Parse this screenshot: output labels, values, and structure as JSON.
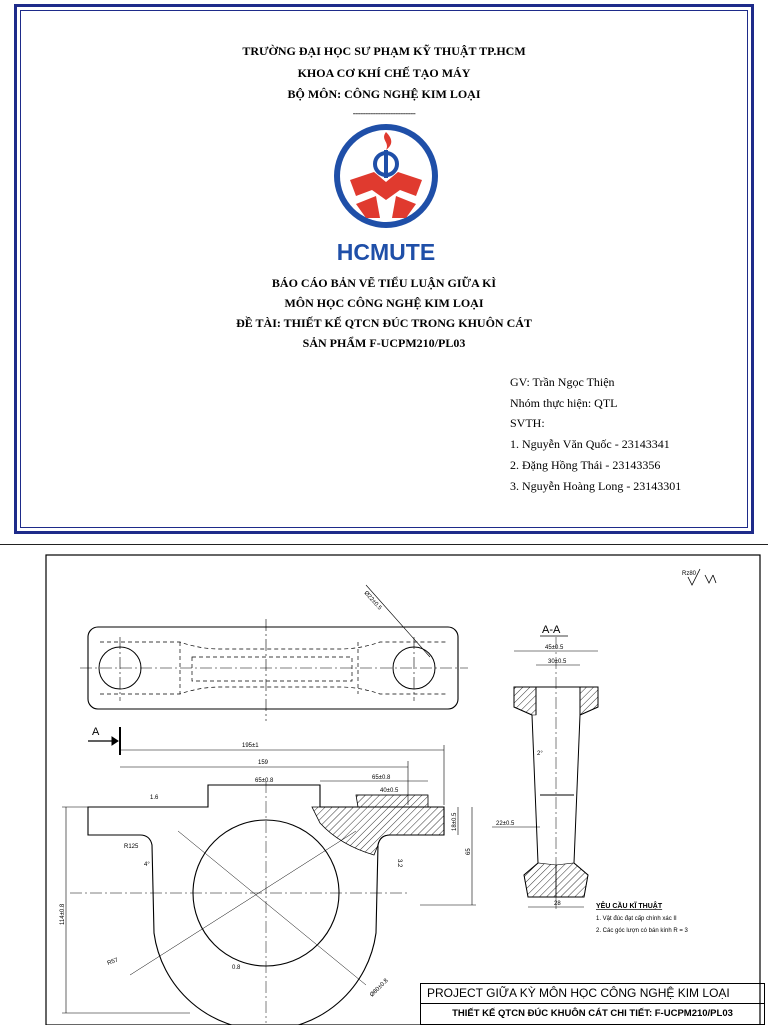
{
  "cover": {
    "university": "TRƯỜNG ĐẠI HỌC SƯ PHẠM KỸ THUẬT TP.HCM",
    "faculty": "KHOA CƠ KHÍ CHẾ TẠO MÁY",
    "department": "BỘ MÔN: CÔNG NGHỆ KIM LOẠI",
    "divider": "-------------------------",
    "logo_text": "HCMUTE",
    "report_title": "BÁO CÁO BẢN VẼ TIỂU LUẬN GIỮA KÌ",
    "course": "MÔN HỌC CÔNG NGHỆ KIM LOẠI",
    "topic": "ĐỀ TÀI: THIẾT KẾ QTCN ĐÚC TRONG KHUÔN CÁT",
    "product": "SẢN PHẨM F-UCPM210/PL03",
    "lecturer": "GV: Trần Ngọc Thiện",
    "group": "Nhóm thực hiện: QTL",
    "students_label": "SVTH:",
    "students": [
      "1. Nguyễn Văn Quốc - 23143341",
      "2. Đặng Hồng Thái - 23143356",
      "3. Nguyễn Hoàng Long - 23143301"
    ],
    "frame_color": "#1e2b8a",
    "logo_colors": {
      "blue": "#1f4fa8",
      "red": "#e03a2f"
    }
  },
  "drawing": {
    "roughness": "Rz80",
    "section_label": "A-A",
    "section_marker": "A",
    "dims": {
      "d1": "Ø22±0.5",
      "d2": "195±1",
      "d3": "159",
      "d4": "65±0.8",
      "d5": "65±0.8",
      "d6": "40±0.5",
      "d7": "1.6",
      "d8": "R125",
      "d9": "4°",
      "d10": "18±0.5",
      "d11": "3.2",
      "d12": "65",
      "d13": "114±0.8",
      "d14": "R57",
      "d15": "0.8",
      "d16": "Ø80±0.8",
      "s1": "45±0.5",
      "s2": "30±0.5",
      "s3": "2°",
      "s4": "22±0.5",
      "s5": "28"
    },
    "requirements_title": "YÊU CẦU KĨ THUẬT",
    "requirements": [
      "1. Vật đúc đạt cấp chính xác II",
      "2. Các góc lượn có bán kính R = 3"
    ],
    "title_block": {
      "title": "PROJECT GIỮA KỲ MÔN HỌC CÔNG NGHỆ KIM LOẠI",
      "subtitle": "THIẾT KẾ QTCN ĐÚC KHUÔN CÁT CHI TIẾT: F-UCPM210/PL03"
    }
  }
}
